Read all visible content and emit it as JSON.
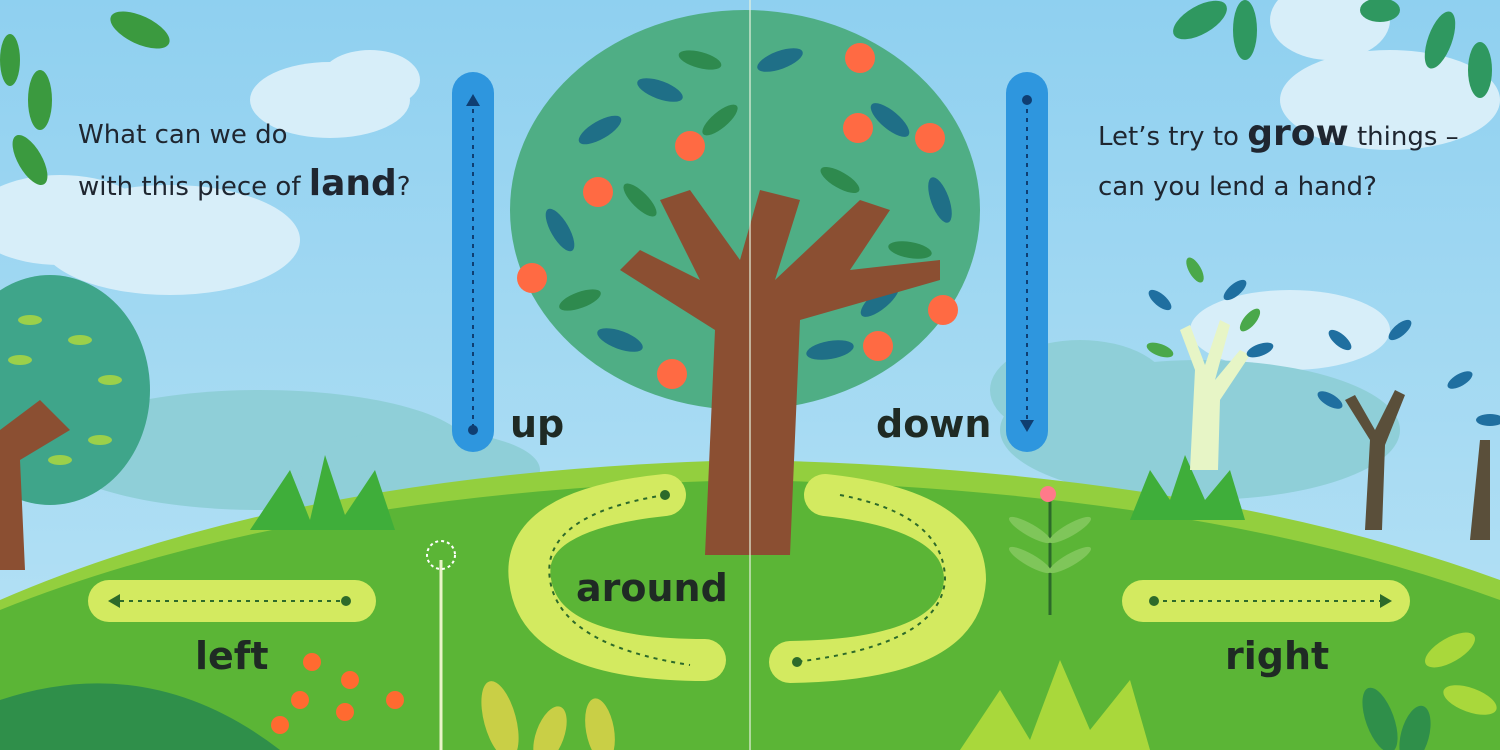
{
  "left_page": {
    "line1": "What can we do",
    "line2_pre": "with this piece of ",
    "line2_big": "land",
    "line2_post": "?"
  },
  "right_page": {
    "line1_pre": "Let’s try to ",
    "line1_big": "grow",
    "line1_post": " things –",
    "line2": "can you lend a hand?"
  },
  "trace_words": {
    "up": "up",
    "down": "down",
    "left": "left",
    "right": "right",
    "around": "around"
  },
  "colors": {
    "sky": "#a9dbf3",
    "grass": "#56b234",
    "path": "#d3ea60",
    "slot": "#2e96de",
    "trunk": "#8b4f32",
    "canopy": "#4fae85",
    "apple": "#ff6a43"
  },
  "icons": [
    "fruit-tree-icon",
    "bush-icon",
    "flower-icon",
    "arrow-icon"
  ]
}
